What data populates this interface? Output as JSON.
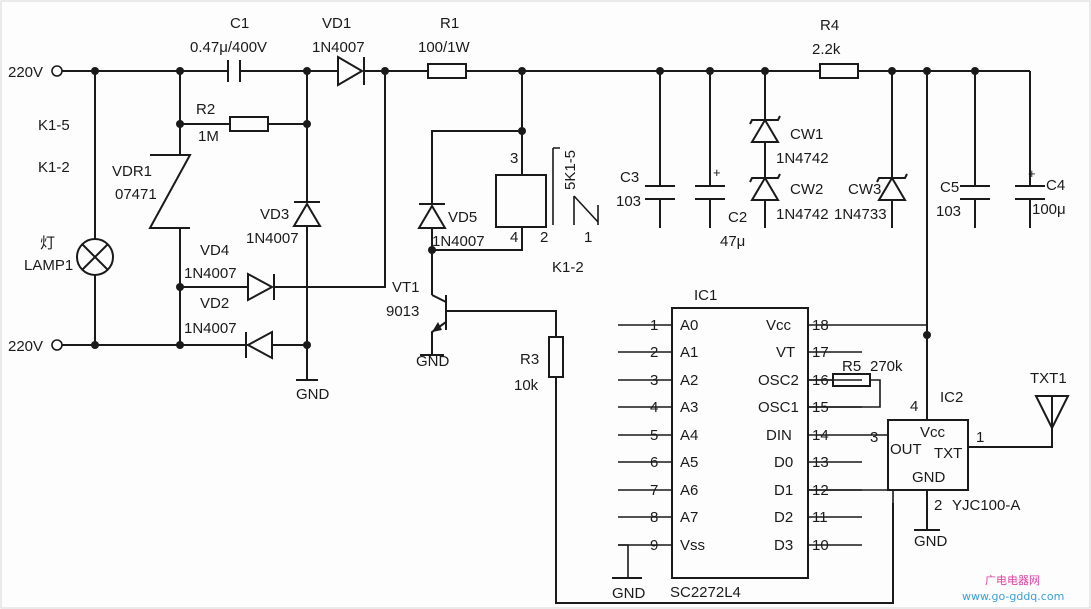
{
  "terminals": {
    "top": "220V",
    "bottom": "220V"
  },
  "relay_contacts": {
    "k1_5": "K1-5",
    "k1_2": "K1-2",
    "k1_2_bottom": "K1-2",
    "k1_5_relay": "5K1-5"
  },
  "lamp": {
    "name": "灯",
    "ref": "LAMP1"
  },
  "C1": {
    "ref": "C1",
    "value": "0.47μ/400V"
  },
  "VD1": {
    "ref": "VD1",
    "value": "1N4007"
  },
  "R1": {
    "ref": "R1",
    "value": "100/1W"
  },
  "R4": {
    "ref": "R4",
    "value": "2.2k"
  },
  "R2": {
    "ref": "R2",
    "value": "1M"
  },
  "VDR1": {
    "ref": "VDR1",
    "value": "07471"
  },
  "VD3": {
    "ref": "VD3",
    "value": "1N4007"
  },
  "VD4": {
    "ref": "VD4",
    "value": "1N4007"
  },
  "VD2": {
    "ref": "VD2",
    "value": "1N4007"
  },
  "VD5": {
    "ref": "VD5",
    "value": "1N4007"
  },
  "VT1": {
    "ref": "VT1",
    "value": "9013"
  },
  "R3": {
    "ref": "R3",
    "value": "10k"
  },
  "C3": {
    "ref": "C3",
    "value": "103"
  },
  "C2": {
    "ref": "C2",
    "value": "47μ"
  },
  "CW1": {
    "ref": "CW1",
    "value": "1N4742"
  },
  "CW2": {
    "ref": "CW2",
    "value": "1N4742"
  },
  "CW3": {
    "ref": "CW3",
    "value": "1N4733"
  },
  "C5": {
    "ref": "C5",
    "value": "103"
  },
  "C4": {
    "ref": "C4",
    "value": "100μ"
  },
  "relay_pins": {
    "p3": "3",
    "p4": "4",
    "p2": "2",
    "p1": "1"
  },
  "gnd": "GND",
  "IC1": {
    "ref": "IC1",
    "part": "SC2272L4",
    "left_pins": [
      {
        "num": "1",
        "name": "A0"
      },
      {
        "num": "2",
        "name": "A1"
      },
      {
        "num": "3",
        "name": "A2"
      },
      {
        "num": "4",
        "name": "A3"
      },
      {
        "num": "5",
        "name": "A4"
      },
      {
        "num": "6",
        "name": "A5"
      },
      {
        "num": "7",
        "name": "A6"
      },
      {
        "num": "8",
        "name": "A7"
      },
      {
        "num": "9",
        "name": "Vss"
      }
    ],
    "right_pins": [
      {
        "num": "18",
        "name": "Vcc"
      },
      {
        "num": "17",
        "name": "VT"
      },
      {
        "num": "16",
        "name": "OSC2"
      },
      {
        "num": "15",
        "name": "OSC1"
      },
      {
        "num": "14",
        "name": "DIN"
      },
      {
        "num": "13",
        "name": "D0"
      },
      {
        "num": "12",
        "name": "D1"
      },
      {
        "num": "11",
        "name": "D2"
      },
      {
        "num": "10",
        "name": "D3"
      }
    ]
  },
  "R5": {
    "ref": "R5",
    "value": "270k"
  },
  "IC2": {
    "ref": "IC2",
    "part": "YJC100-A",
    "pin_vcc_num": "4",
    "pin_out_num": "3",
    "pin_txt_num": "1",
    "pin_gnd_num": "2",
    "vcc": "Vcc",
    "out": "OUT",
    "txt": "TXT",
    "gnd": "GND"
  },
  "antenna": "TXT1",
  "watermark": {
    "line1": "广电电器网",
    "line2": "www.go-gddq.com"
  }
}
